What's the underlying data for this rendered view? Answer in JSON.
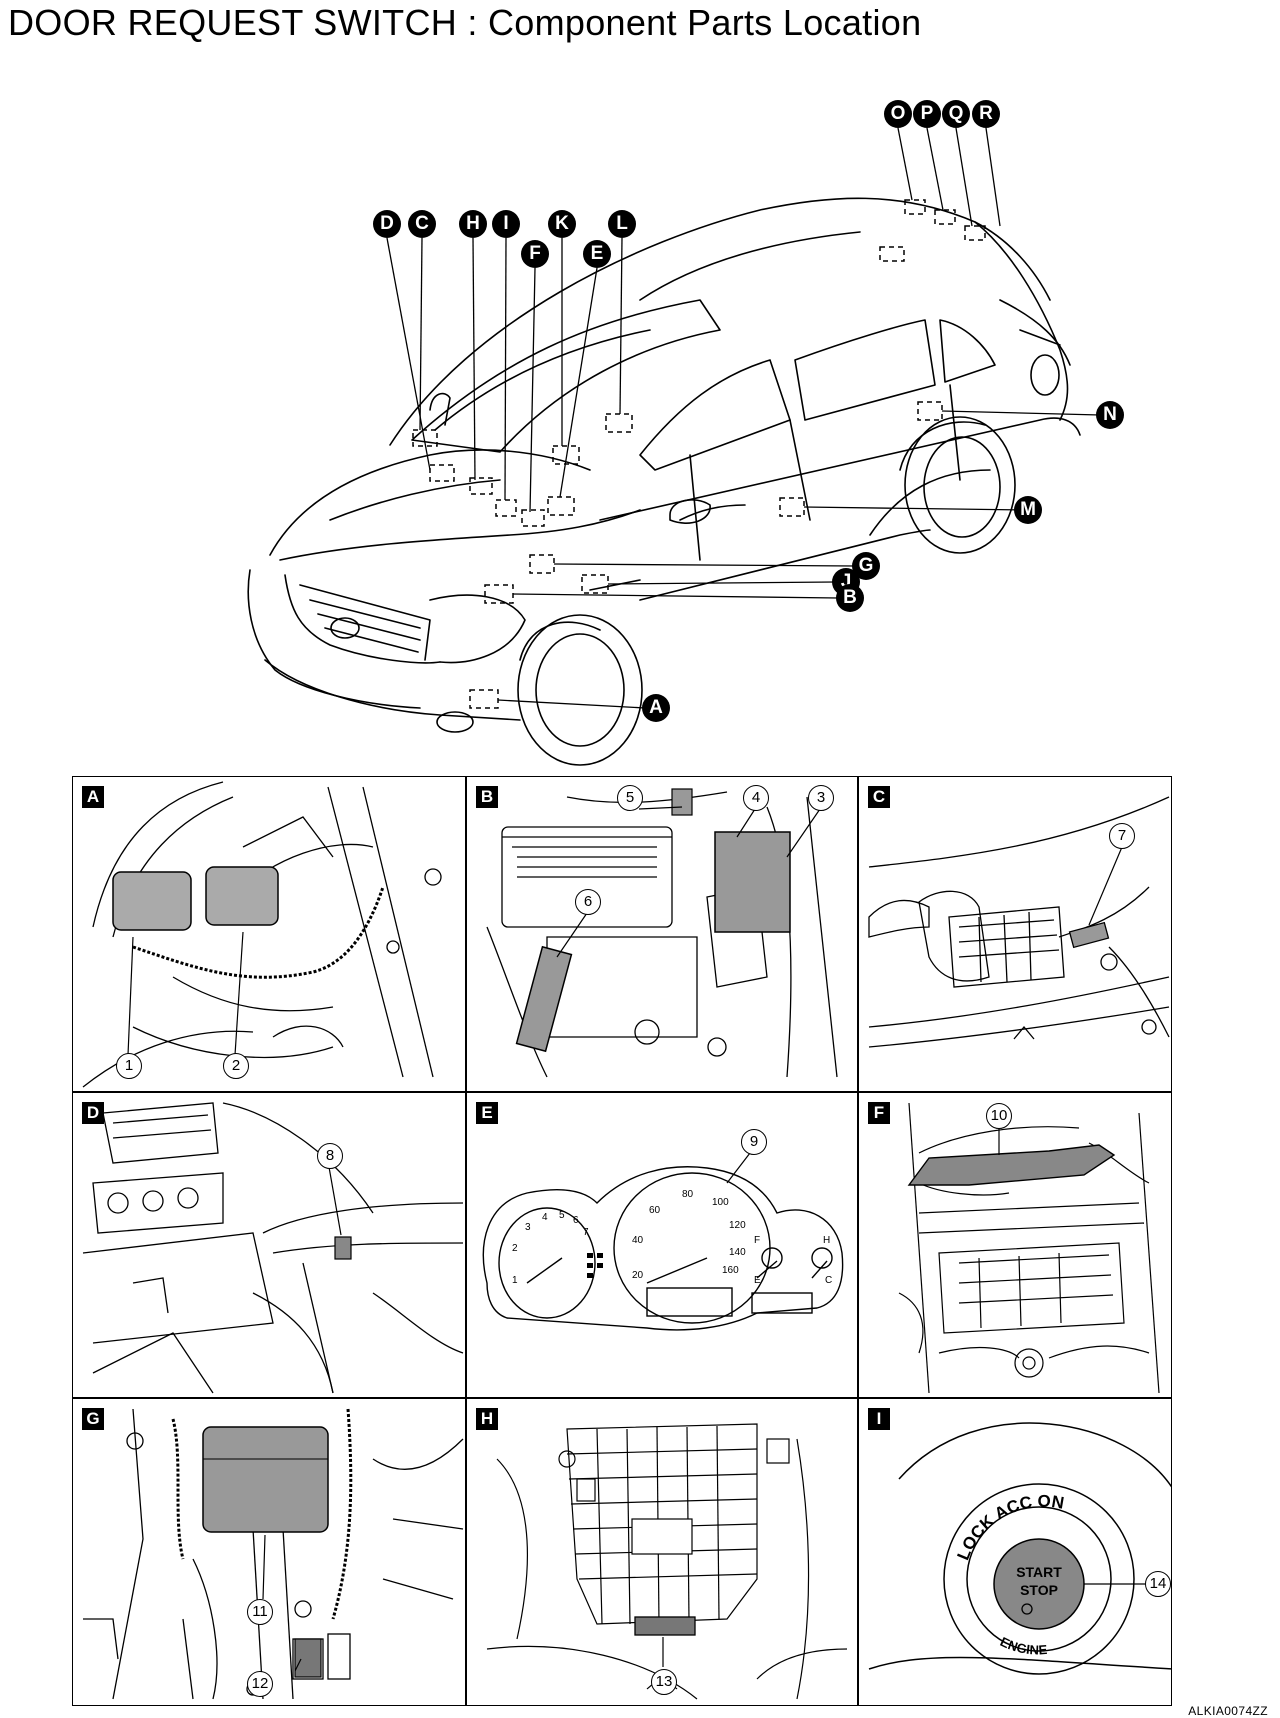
{
  "title": "DOOR REQUEST SWITCH : Component  Parts  Location",
  "location_labels": [
    "A",
    "B",
    "C",
    "D",
    "E",
    "F",
    "G",
    "H",
    "I",
    "J",
    "K",
    "L",
    "M",
    "N",
    "O",
    "P",
    "Q",
    "R"
  ],
  "panels": [
    {
      "id": "A",
      "callouts": [
        "1",
        "2"
      ]
    },
    {
      "id": "B",
      "callouts": [
        "3",
        "4",
        "5",
        "6"
      ]
    },
    {
      "id": "C",
      "callouts": [
        "7"
      ]
    },
    {
      "id": "D",
      "callouts": [
        "8"
      ]
    },
    {
      "id": "E",
      "callouts": [
        "9"
      ],
      "gauge_text": {
        "speed_ticks": [
          "20",
          "40",
          "60",
          "80",
          "100",
          "120",
          "140",
          "160"
        ],
        "tach_ticks": [
          "1",
          "2",
          "3",
          "4",
          "5",
          "6",
          "7"
        ],
        "fuel": [
          "F",
          "E"
        ],
        "temp": [
          "H",
          "C"
        ]
      }
    },
    {
      "id": "F",
      "callouts": [
        "10"
      ]
    },
    {
      "id": "G",
      "callouts": [
        "11",
        "12"
      ]
    },
    {
      "id": "H",
      "callouts": [
        "13"
      ]
    },
    {
      "id": "I",
      "callouts": [
        "14"
      ],
      "button_text": {
        "ring": "LOCK ACC ON",
        "center_1": "START",
        "center_2": "STOP",
        "bottom": "ENGINE"
      }
    }
  ],
  "reference_code": "ALKIA0074ZZ"
}
